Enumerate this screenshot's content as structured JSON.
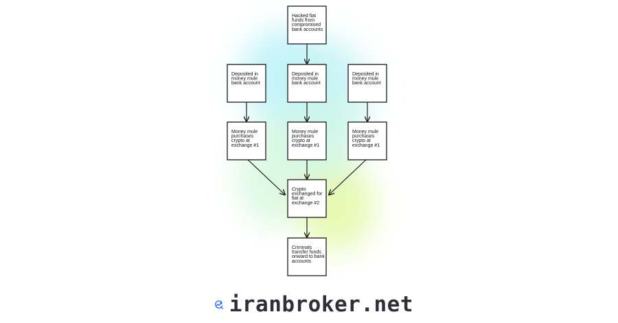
{
  "diagram": {
    "nodes": [
      {
        "id": "hacked",
        "lines": [
          "Hacked fiat",
          "funds from",
          "compromised",
          "bank accounts"
        ]
      },
      {
        "id": "mule-left",
        "lines": [
          "Deposited in",
          "money mule",
          "bank account"
        ]
      },
      {
        "id": "mule-center",
        "lines": [
          "Deposited in",
          "money mule",
          "bank account"
        ]
      },
      {
        "id": "mule-right",
        "lines": [
          "Deposited in",
          "money mule",
          "bank account"
        ]
      },
      {
        "id": "buy-left",
        "lines": [
          "Money mule",
          "purchases",
          "crypto at",
          "exchange #1"
        ]
      },
      {
        "id": "buy-center",
        "lines": [
          "Money mule",
          "purchases",
          "crypto at",
          "exchange #1"
        ]
      },
      {
        "id": "buy-right",
        "lines": [
          "Money mule",
          "purchases",
          "crypto at",
          "exchange #1"
        ]
      },
      {
        "id": "exchange2",
        "lines": [
          "Crypto",
          "exchanged for",
          "fiat at",
          "exchange #2"
        ]
      },
      {
        "id": "transfer",
        "lines": [
          "Criminals",
          "transfer funds",
          "onward to bank",
          "accounts"
        ]
      }
    ],
    "edges": [
      [
        "hacked",
        "mule-center"
      ],
      [
        "mule-left",
        "buy-left"
      ],
      [
        "mule-center",
        "buy-center"
      ],
      [
        "mule-right",
        "buy-right"
      ],
      [
        "buy-left",
        "exchange2"
      ],
      [
        "buy-center",
        "exchange2"
      ],
      [
        "buy-right",
        "exchange2"
      ],
      [
        "exchange2",
        "transfer"
      ]
    ]
  },
  "colors": {
    "glow_cyan": "#bff3f8",
    "glow_green": "#dff7a8",
    "box_border": "#1a1a1a",
    "watermark_blue": "#2b6bf0",
    "watermark_text": "#2f2f3a"
  },
  "watermark": {
    "icon": "trend-arrow-logo-icon",
    "text": "iranbroker.net"
  }
}
